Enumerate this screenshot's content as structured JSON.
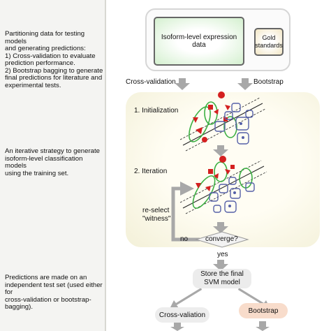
{
  "sidebar": {
    "step1": "Partitioning data for testing models\nand generating predictions:\n1) Cross-validation to evaluate\nprediction performance.\n2) Bootstrap bagging to generate\nfinal predictions for literature and\nexperimental tests.",
    "step2": "An iterative strategy to generate\nisoform-level classification models\nusing the training set.",
    "step3": "Predictions are made on an\nindependent test set (used either for\ncross-validation or bootstrap-\nbagging)."
  },
  "data": {
    "expression": "Isoform-level expression data",
    "gold_line1": "Gold",
    "gold_line2": "standards"
  },
  "partition": {
    "cross_validation": "Cross-validation",
    "bootstrap": "Bootstrap"
  },
  "iteration": {
    "initialization": "1. Initialization",
    "iteration": "2. Iteration",
    "reselect_line1": "re-select",
    "reselect_line2": "\"witness\"",
    "no": "no",
    "converge": "converge?",
    "yes": "yes"
  },
  "final": {
    "store_line1": "Store the final",
    "store_line2": "SVM model",
    "cross_validation": "Cross-valiation",
    "bootstrap": "Bootstrap"
  },
  "colors": {
    "positive": "#d42020",
    "negative": "#5560a8",
    "ellipse": "#3cb043",
    "arrow": "#a8a8a8"
  }
}
